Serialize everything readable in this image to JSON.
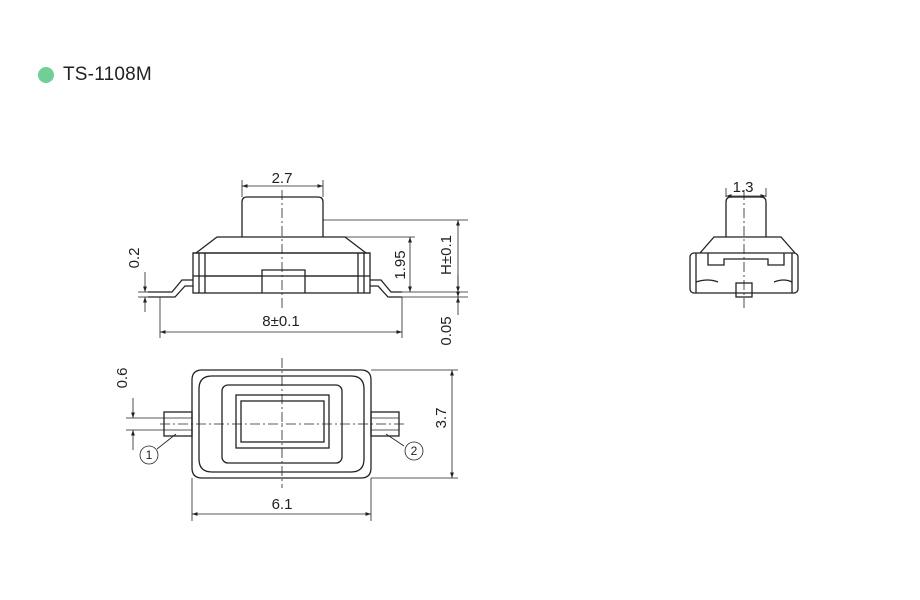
{
  "header": {
    "title": "TS-1108M",
    "marker_color": "#6fcf97"
  },
  "dimensions": {
    "actuator_width": "2.7",
    "terminal_thickness": "0.2",
    "body_height": "1.95",
    "total_height": "H±0.1",
    "length_total": "8±0.1",
    "standoff": "0.05",
    "actuator_width_side": "1.3",
    "terminal_width": "0.6",
    "body_width": "3.7",
    "body_length": "6.1"
  },
  "callouts": {
    "pin1": "1",
    "pin2": "2"
  }
}
